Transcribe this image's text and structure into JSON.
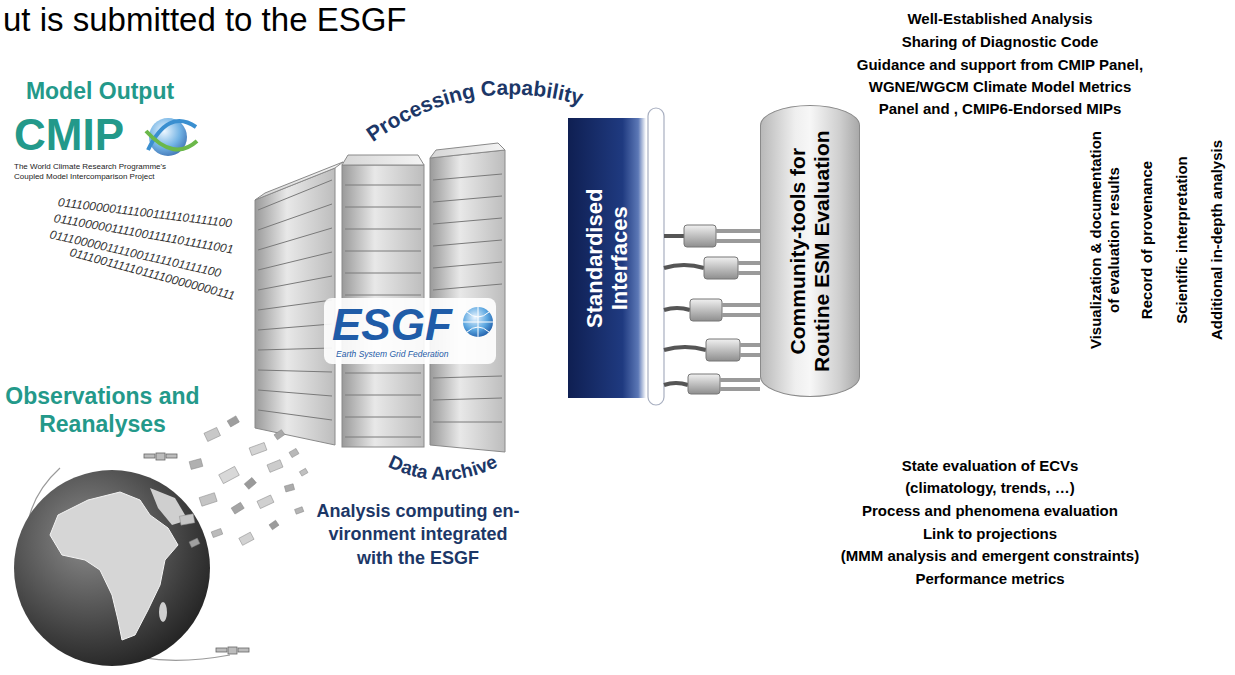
{
  "diagram": {
    "title": "ut is submitted to the ESGF",
    "nodes": [
      {
        "text": [
          "Standardised Interfaces"
        ]
      },
      {
        "text": [
          "Community-tools for Routine ESM Evaluation"
        ]
      }
    ],
    "labels": [
      "Model Output",
      "CMIP",
      "The World Climate Research Programme's Coupled Model Intercomparison Project",
      "0111000001111001111101111100",
      "01110000011110011111011111001",
      "0111000001111001111101111100",
      "011100111110111100000000111",
      "Observations and Reanalyses",
      "Processing Capability",
      "ESGF",
      "Earth System Grid Federation",
      "Data Archive",
      "Analysis computing en- vironment integrated with the ESGF",
      "Well-Established Analysis",
      "Sharing of Diagnostic Code",
      "Guidance and support from CMIP Panel, WGNE/WGCM Climate Model Metrics Panel and , CMIP6-Endorsed MIPs",
      "Visualization & documentation of evaluation results",
      "Record of provenance",
      "Scientific interpretation",
      "Additional in-depth analysis",
      "State evaluation of ECVs (climatology, trends, …)",
      "Process and phenomena evaluation",
      "Link to projections (MMM analysis and emergent constraints)",
      "Performance metrics"
    ]
  }
}
